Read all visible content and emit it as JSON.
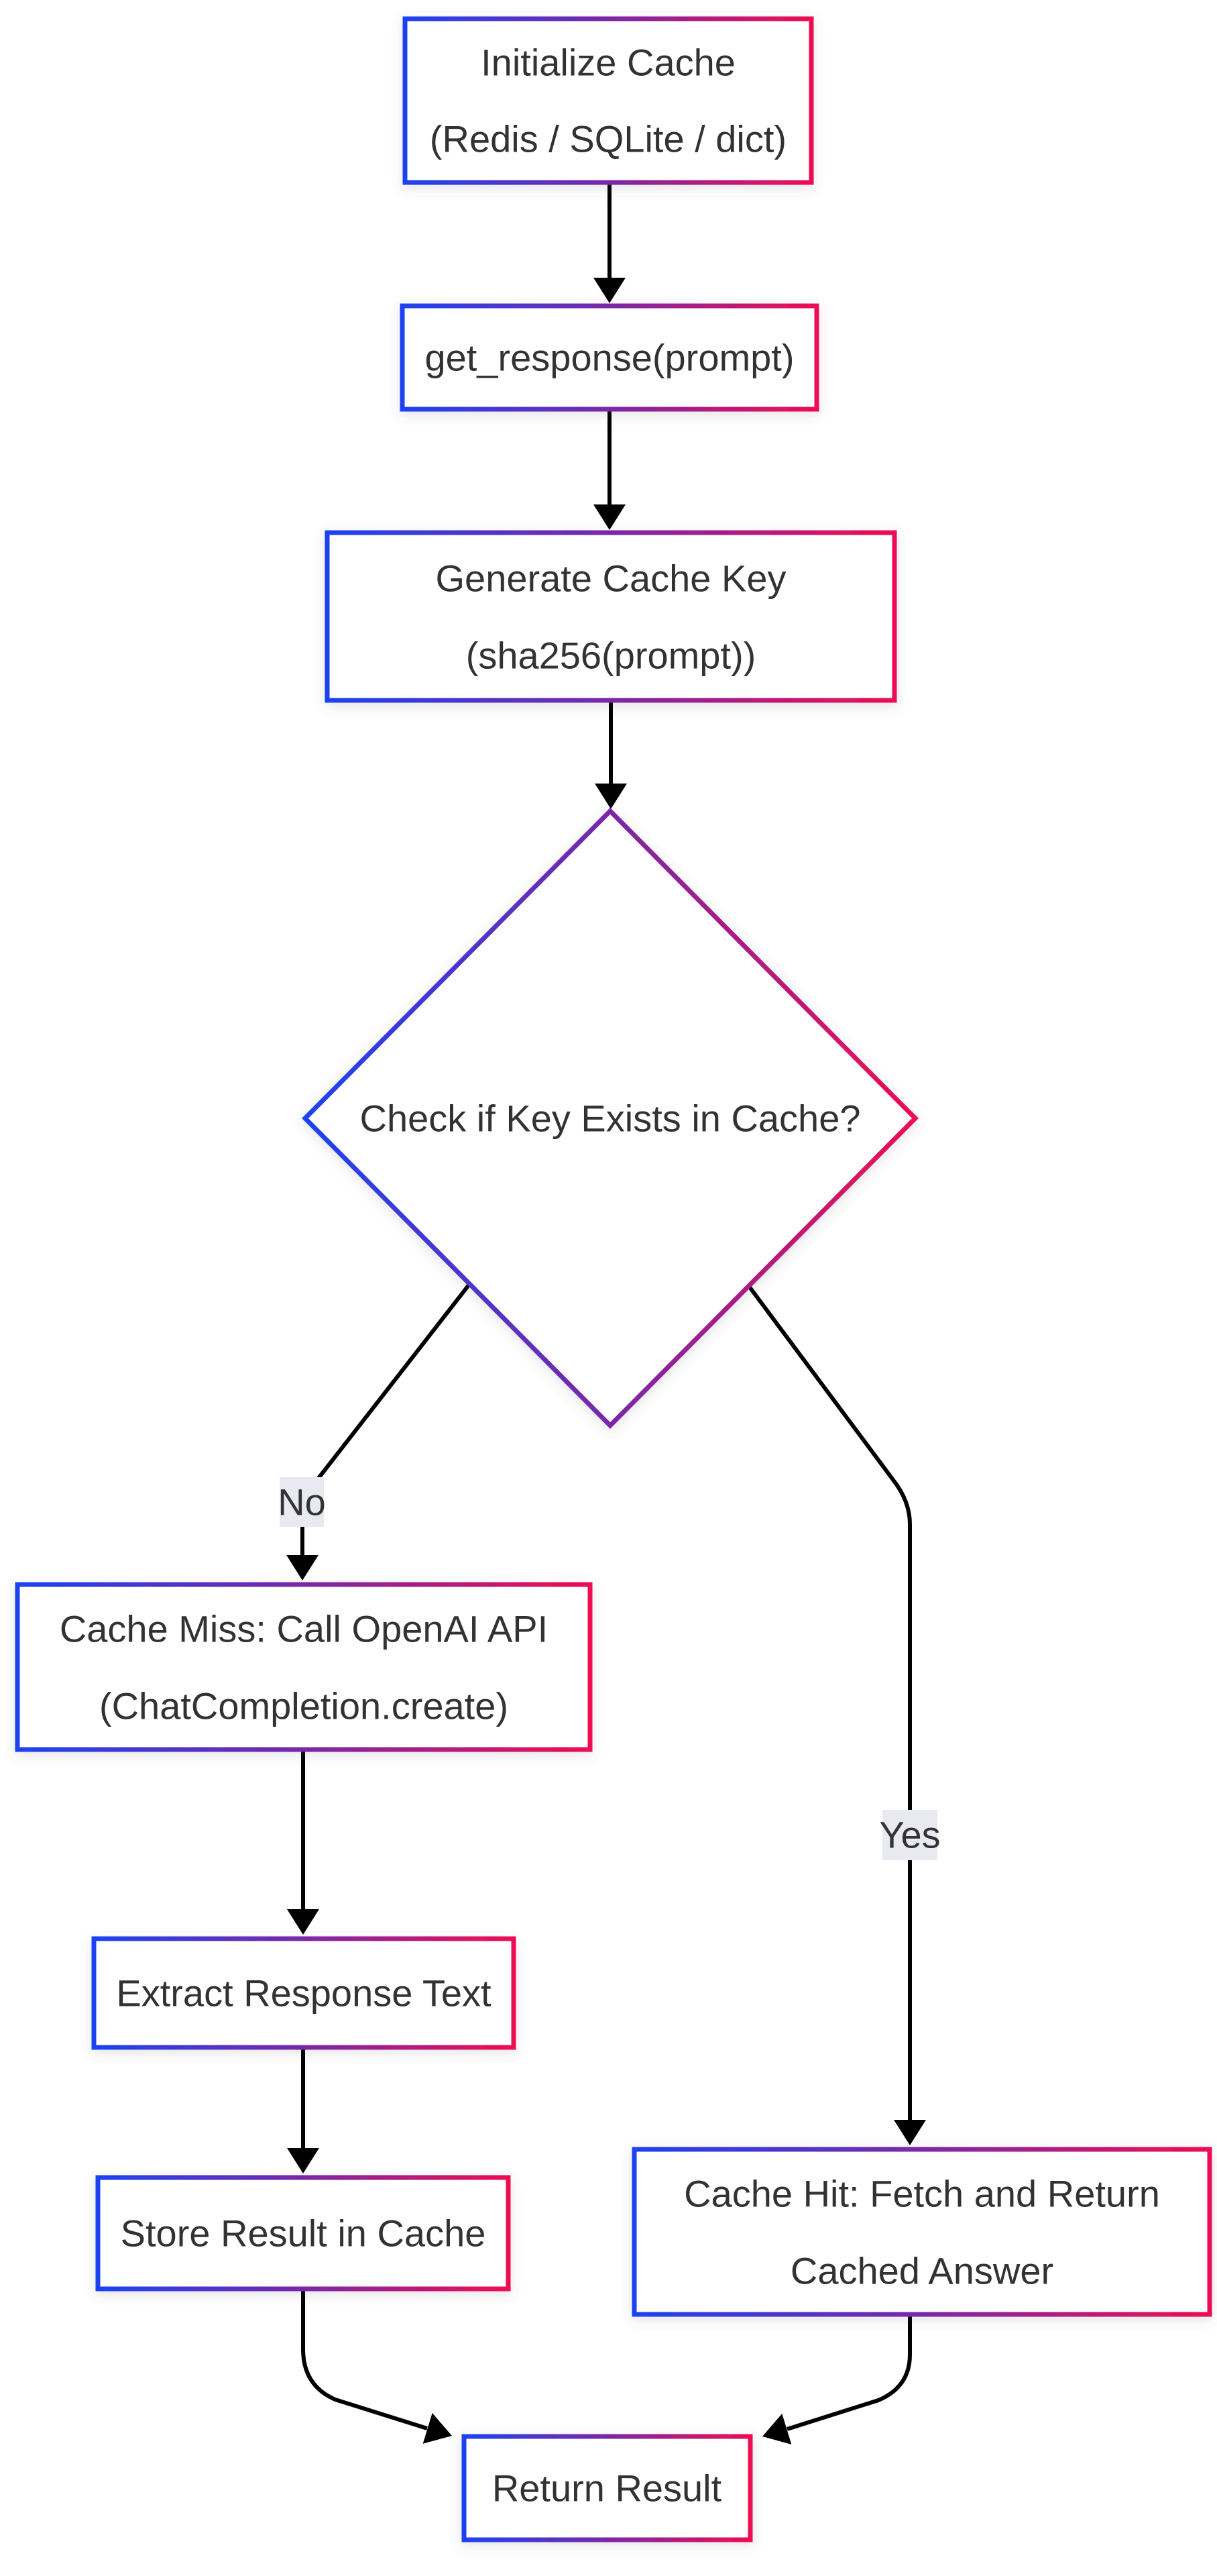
{
  "diagram": {
    "type": "flowchart",
    "direction": "top-down",
    "nodes": {
      "init": {
        "shape": "rectangle",
        "lines": [
          "Initialize Cache",
          "(Redis / SQLite / dict)"
        ]
      },
      "get_resp": {
        "shape": "rectangle",
        "lines": [
          "get_response(prompt)"
        ]
      },
      "gen_key": {
        "shape": "rectangle",
        "lines": [
          "Generate Cache Key",
          "(sha256(prompt))"
        ]
      },
      "check": {
        "shape": "diamond",
        "lines": [
          "Check if Key Exists in Cache?"
        ]
      },
      "miss": {
        "shape": "rectangle",
        "lines": [
          "Cache Miss: Call OpenAI API",
          "(ChatCompletion.create)"
        ]
      },
      "extract": {
        "shape": "rectangle",
        "lines": [
          "Extract Response Text"
        ]
      },
      "store": {
        "shape": "rectangle",
        "lines": [
          "Store Result in Cache"
        ]
      },
      "hit": {
        "shape": "rectangle",
        "lines": [
          "Cache Hit: Fetch and Return",
          "Cached Answer"
        ]
      },
      "ret": {
        "shape": "rectangle",
        "lines": [
          "Return Result"
        ]
      }
    },
    "edge_labels": {
      "no": "No",
      "yes": "Yes"
    },
    "colors": {
      "border_gradient_start": "#1d43f0",
      "border_gradient_mid": "#7a28a8",
      "border_gradient_end": "#ee0e52",
      "node_fill": "#ffffff",
      "edge_stroke": "#000000",
      "arrow_fill": "#000000",
      "text": "#333333",
      "edge_label_bg": "#e9e9f2",
      "background": "#ffffff"
    }
  }
}
